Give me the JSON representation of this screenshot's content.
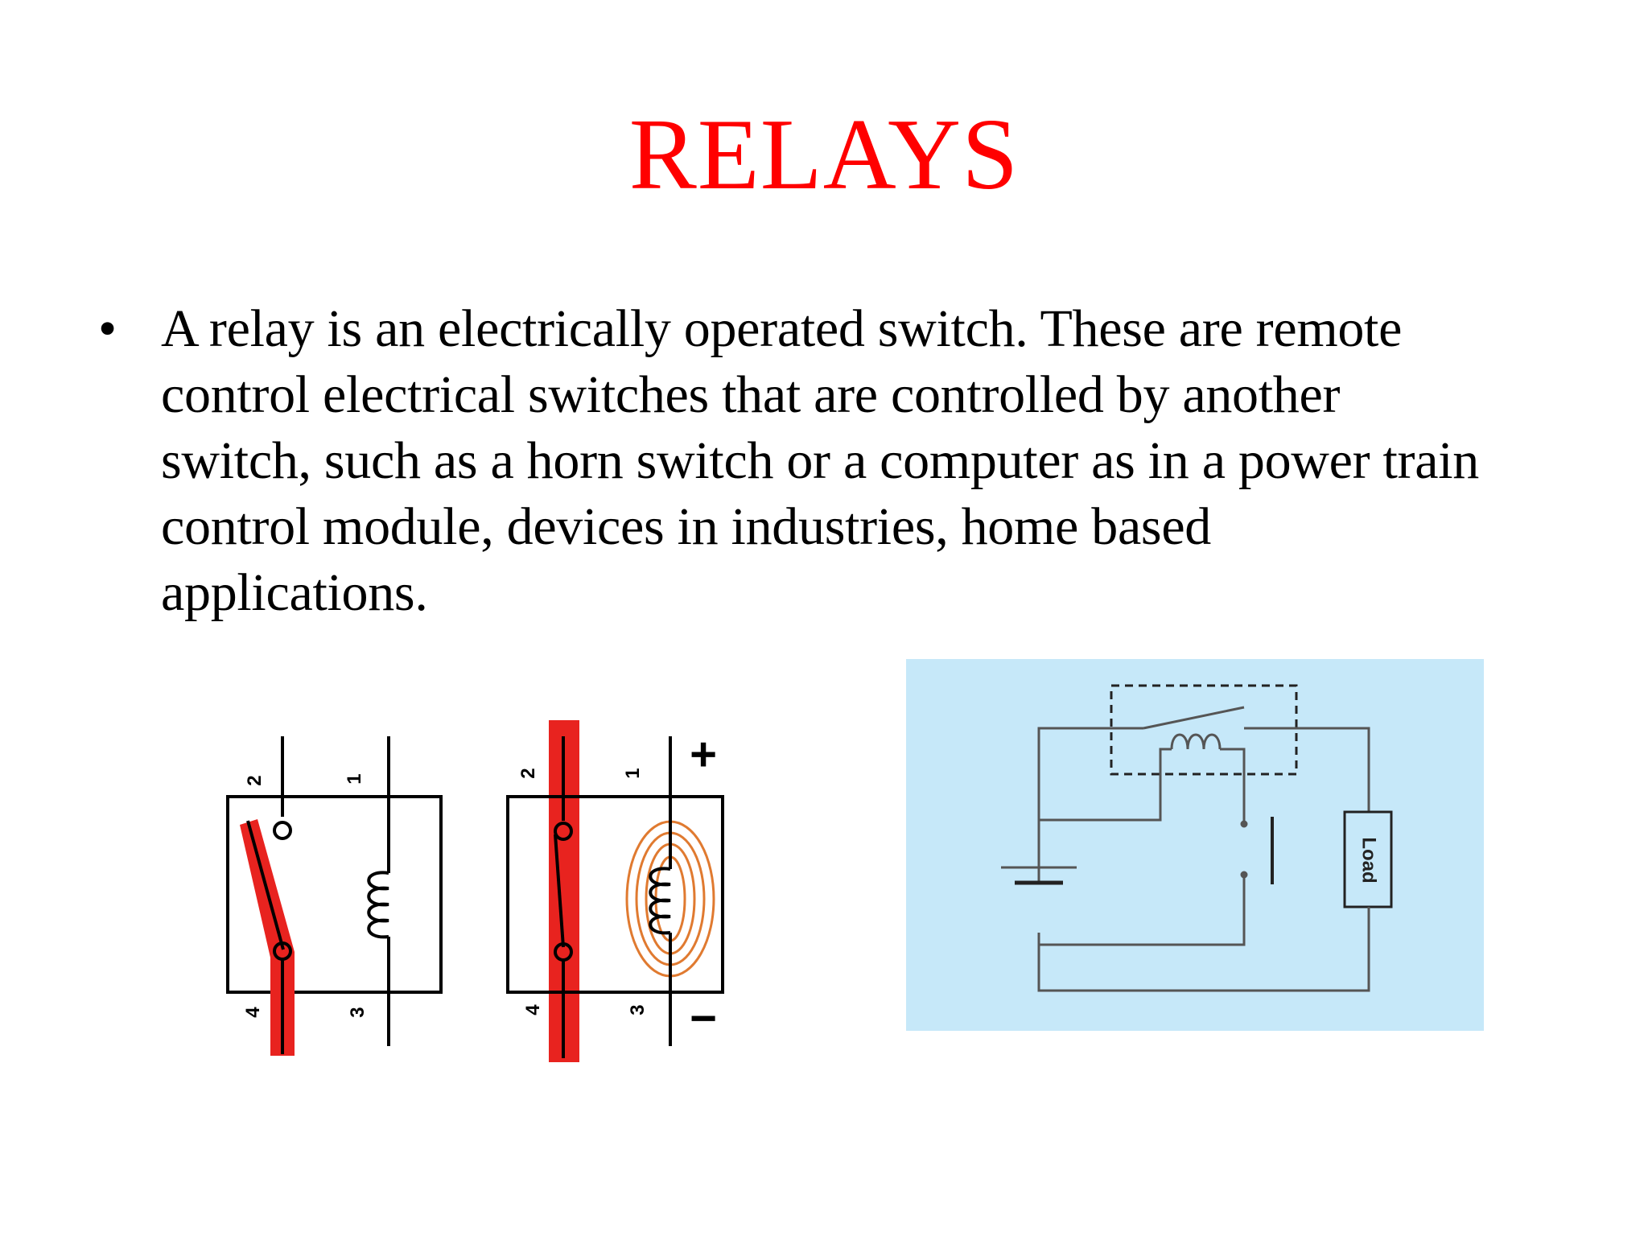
{
  "slide": {
    "title": "RELAYS",
    "bullet_glyph": "•",
    "body_lines": [
      "A relay is an electrically operated switch. These are remote",
      "control electrical switches that are controlled by another",
      "switch, such as a horn switch or a computer as in a power train",
      "control module, devices in industries, home based",
      "applications."
    ]
  },
  "relay_left": {
    "pin_top_left": "2",
    "pin_top_right": "1",
    "pin_bottom_left": "4",
    "pin_bottom_right": "3"
  },
  "relay_right": {
    "pin_top_left": "2",
    "pin_top_right": "1",
    "pin_bottom_left": "4",
    "pin_bottom_right": "3",
    "plus": "+",
    "minus": "−"
  },
  "circuit": {
    "load_label": "Load"
  },
  "colors": {
    "title": "#ff0000",
    "highlight_red": "#e8231f",
    "magnetic_field": "#e07a30",
    "circuit_bg": "#c6e8f9"
  }
}
